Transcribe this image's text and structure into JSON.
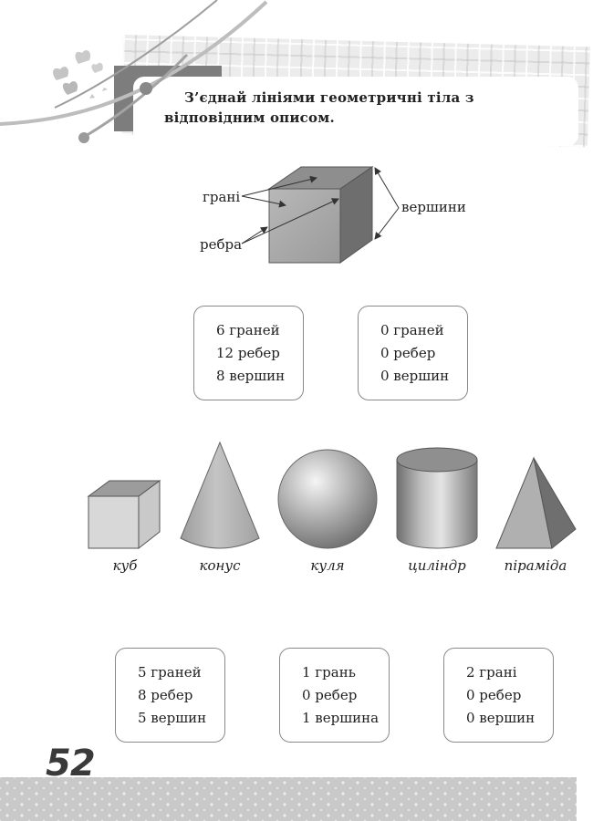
{
  "instruction": "З’єднай лініями геометричні тіла з відповідним описом.",
  "cube_diagram": {
    "faces_label": "грані",
    "edges_label": "ребра",
    "vertices_label": "вершини"
  },
  "top_boxes": [
    {
      "lines": [
        "6 граней",
        "12 ребер",
        "8 вершин"
      ]
    },
    {
      "lines": [
        "0 граней",
        "0 ребер",
        "0 вершин"
      ]
    }
  ],
  "solids": [
    {
      "name": "куб",
      "icon": "cube-icon"
    },
    {
      "name": "конус",
      "icon": "cone-icon"
    },
    {
      "name": "куля",
      "icon": "sphere-icon"
    },
    {
      "name": "циліндр",
      "icon": "cylinder-icon"
    },
    {
      "name": "піраміда",
      "icon": "pyramid-icon"
    }
  ],
  "bottom_boxes": [
    {
      "lines": [
        "5 граней",
        "8 ребер",
        "5 вершин"
      ]
    },
    {
      "lines": [
        "1 грань",
        "0 ребер",
        "1 вершина"
      ]
    },
    {
      "lines": [
        "2 грані",
        "0 ребер",
        "0 вершин"
      ]
    }
  ],
  "page_number": "52",
  "colors": {
    "shape_gray": "#a9a9a9",
    "border_gray": "#8a8a8a",
    "footer_gray": "#c9c9c9"
  }
}
